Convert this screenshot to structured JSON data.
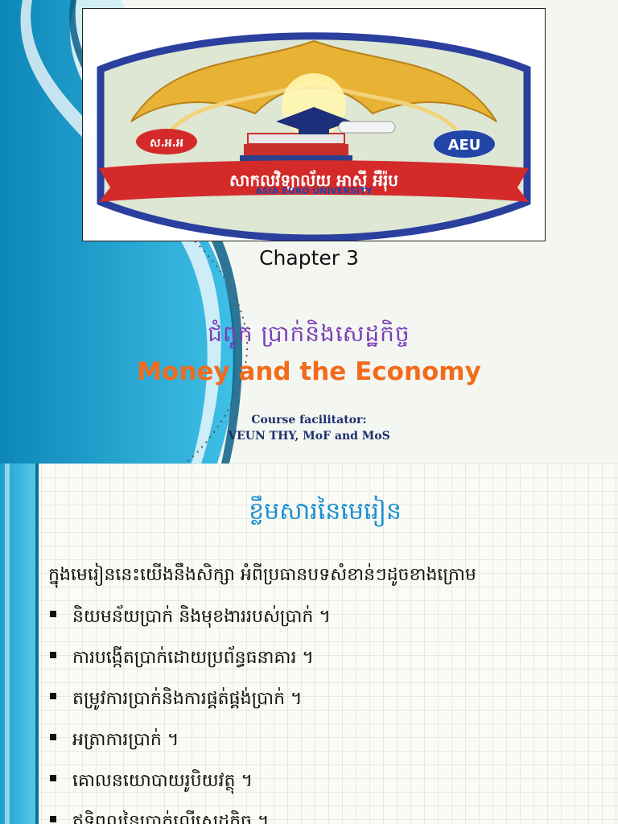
{
  "slide1": {
    "logo": {
      "university_name": "ASIA EURO UNIVERSITY",
      "khmer_banner": "សាកលវិទ្យាល័យ អាស៊ី អឺរ៉ុប",
      "left_badge": "ស.អ.អ",
      "right_badge": "AEU"
    },
    "chapter": "Chapter 3",
    "khmer_title": "ជំពូក ប្រាក់និងសេដ្ឋកិច្ច",
    "english_title": "Money and the Economy",
    "facilitator_label": "Course facilitator:",
    "facilitator_name": "VEUN THY, MoF and MoS",
    "colors": {
      "khmer_title": "#7a3db8",
      "english_title": "#f26b1d",
      "facilitator": "#1c2e6b",
      "swoosh": "#1aa0d0"
    }
  },
  "slide2": {
    "heading": "ខ្លឹមសារនៃមេរៀន",
    "intro": "ក្នុងមេរៀននេះយើងនឹងសិក្សា អំពីប្រធានបទសំខាន់ៗដូចខាងក្រោម",
    "bullets": [
      "និយមន័យប្រាក់ និងមុខងាររបស់ប្រាក់ ។",
      "ការបង្កើតប្រាក់ដោយប្រព័ន្ធធនាគារ ។",
      "តម្រូវការប្រាក់និងការផ្គត់ផ្គង់ប្រាក់ ។",
      "អត្រាការប្រាក់ ។",
      "គោលនយោបាយរូបិយវត្ថុ ។",
      "ឥទ្ធិពលនៃប្រាក់លើសេដ្ឋកិច្ច ។"
    ],
    "colors": {
      "heading": "#1b8fd0"
    }
  }
}
